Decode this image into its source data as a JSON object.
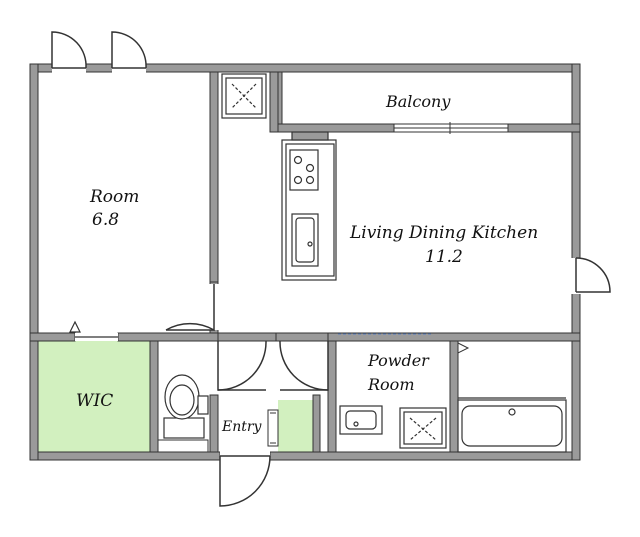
{
  "rooms": {
    "room": {
      "name": "Room",
      "size": "6.8"
    },
    "ldk": {
      "name": "Living Dining Kitchen",
      "size": "11.2"
    },
    "balcony": {
      "name": "Balcony"
    },
    "powder_room": {
      "line1": "Powder",
      "line2": "Room"
    },
    "wic": {
      "name": "WIC"
    },
    "entry": {
      "name": "Entry"
    }
  },
  "colors": {
    "wall": "#9a9a9a",
    "wall_stroke": "#333333",
    "wic_fill": "#d2f0bf",
    "entry_fill": "#d2f0bf",
    "fixture": "#444444"
  },
  "icons": [
    "door-swing-icon",
    "vent-icon",
    "stove-icon",
    "sink-icon",
    "toilet-icon",
    "bathtub-icon",
    "washer-pan-icon"
  ]
}
